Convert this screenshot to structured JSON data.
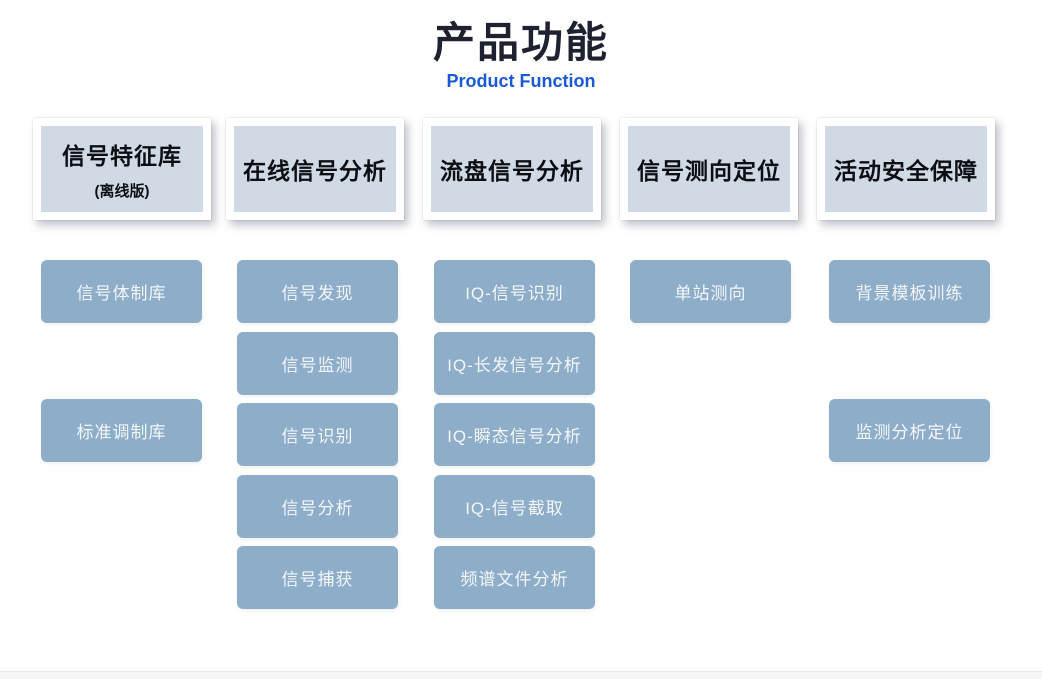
{
  "page": {
    "title": "产品功能",
    "subtitle": "Product Function"
  },
  "colors": {
    "background": "#ffffff",
    "title_text": "#1e2230",
    "subtitle_text": "#1b58d6",
    "header_fill": "#cfdae5",
    "header_border": "#ffffff",
    "header_text": "#0c0e13",
    "item_fill": "#8dadc8",
    "item_text": "#f3f7fa",
    "footer_band": "#f5f6fa"
  },
  "columns": [
    {
      "header": {
        "title": "信号特征库",
        "subtitle": "(离线版)"
      },
      "items": [
        {
          "label": "信号体制库"
        },
        {
          "label": "标准调制库"
        }
      ]
    },
    {
      "header": {
        "title": "在线信号分析"
      },
      "items": [
        {
          "label": "信号发现"
        },
        {
          "label": "信号监测"
        },
        {
          "label": "信号识别"
        },
        {
          "label": "信号分析"
        },
        {
          "label": "信号捕获"
        }
      ]
    },
    {
      "header": {
        "title": "流盘信号分析"
      },
      "items": [
        {
          "label": "IQ-信号识别"
        },
        {
          "label": "IQ-长发信号分析"
        },
        {
          "label": "IQ-瞬态信号分析"
        },
        {
          "label": "IQ-信号截取"
        },
        {
          "label": "频谱文件分析"
        }
      ]
    },
    {
      "header": {
        "title": "信号测向定位"
      },
      "items": [
        {
          "label": "单站测向"
        }
      ]
    },
    {
      "header": {
        "title": "活动安全保障"
      },
      "items": [
        {
          "label": "背景模板训练"
        },
        {
          "label": "监测分析定位"
        }
      ]
    }
  ]
}
